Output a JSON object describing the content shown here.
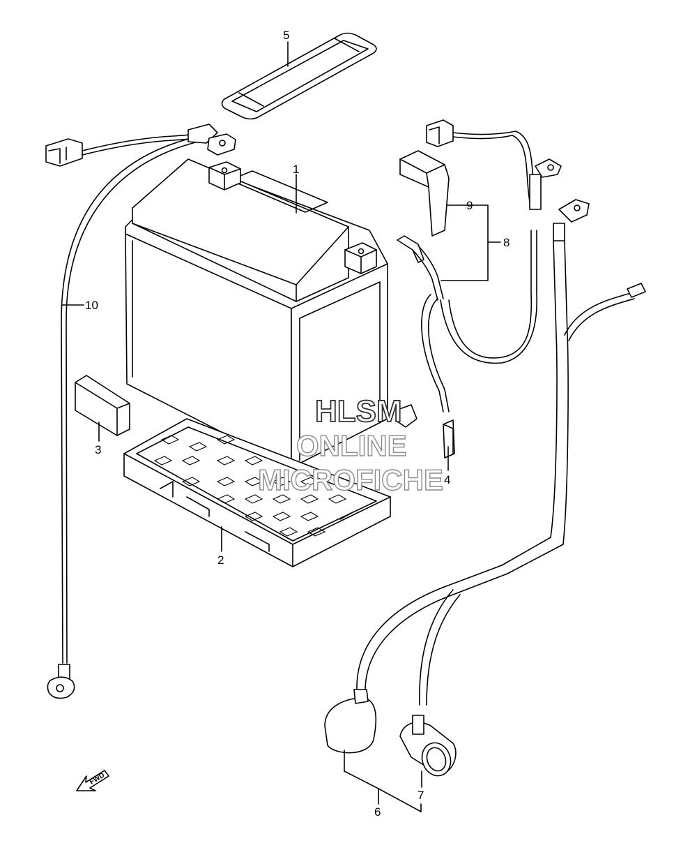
{
  "callouts": {
    "c1": "1",
    "c2": "2",
    "c3": "3",
    "c4": "4",
    "c5": "5",
    "c6": "6",
    "c7": "7",
    "c8": "8",
    "c9": "9",
    "c10": "10"
  },
  "watermark": {
    "line1": "HLSM",
    "line2": "ONLINE",
    "line3": "MICROFICHE"
  },
  "direction_marker": {
    "label": "FWD"
  }
}
